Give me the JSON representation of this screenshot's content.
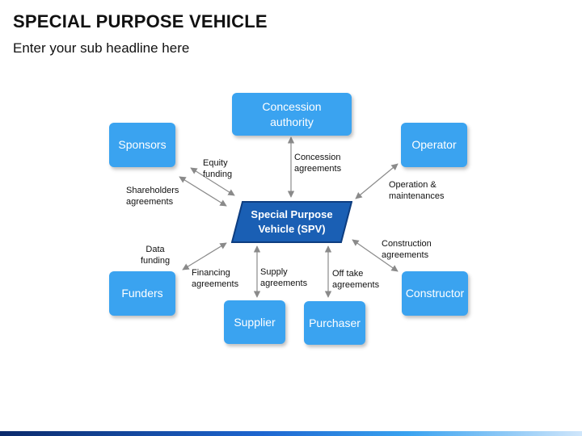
{
  "title": "SPECIAL PURPOSE VEHICLE",
  "subtitle": "Enter your sub headline here",
  "colors": {
    "node": "#3aa3f0",
    "center": "#1a5fb4",
    "arrow": "#8a8a8a",
    "text": "#111111"
  },
  "nodes": {
    "concession_authority": "Concession\nauthority",
    "sponsors": "Sponsors",
    "operator": "Operator",
    "funders": "Funders",
    "supplier": "Supplier",
    "purchaser": "Purchaser",
    "constructor": "Constructor"
  },
  "center": "Special Purpose\nVehicle (SPV)",
  "relations": {
    "equity_funding": "Equity\nfunding",
    "shareholders_agreements": "Shareholders\nagreements",
    "concession_agreements": "Concession\nagreements",
    "operation_maintenances": "Operation &\nmaintenances",
    "data_funding": "Data\nfunding",
    "financing_agreements": "Financing\nagreements",
    "supply_agreements": "Supply\nagreements",
    "off_take_agreements": "Off take\nagreements",
    "construction_agreements": "Construction\nagreements"
  }
}
